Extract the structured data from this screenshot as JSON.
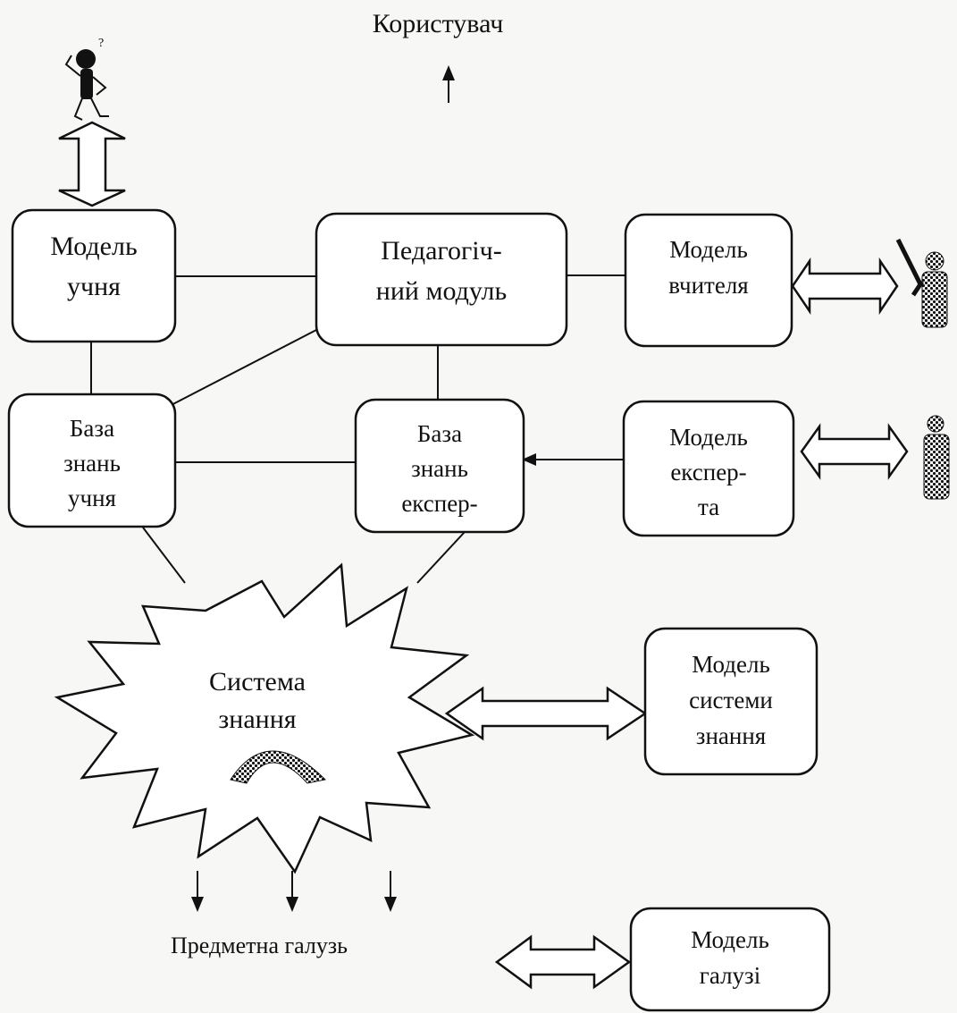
{
  "diagram": {
    "top_label": "Користувач",
    "student_model": [
      "Модель",
      "учня"
    ],
    "pedagogical_module": [
      "Педагогіч-",
      "ний модуль"
    ],
    "teacher_model": [
      "Модель",
      "вчителя"
    ],
    "student_kb": [
      "База",
      "знань",
      "учня"
    ],
    "expert_kb": [
      "База",
      "знань",
      "експер-"
    ],
    "expert_model": [
      "Модель",
      "експер-",
      "та"
    ],
    "knowledge_system": [
      "Система",
      "знання"
    ],
    "knowledge_system_model": [
      "Модель",
      "системи",
      "знання"
    ],
    "subject_domain": "Предметна галузь",
    "domain_model": [
      "Модель",
      "галузі"
    ]
  },
  "icons": {
    "student": "thinking-person-icon",
    "teacher": "teacher-pointer-icon",
    "expert": "expert-person-icon",
    "knowledge": "dotted-arc-icon"
  }
}
